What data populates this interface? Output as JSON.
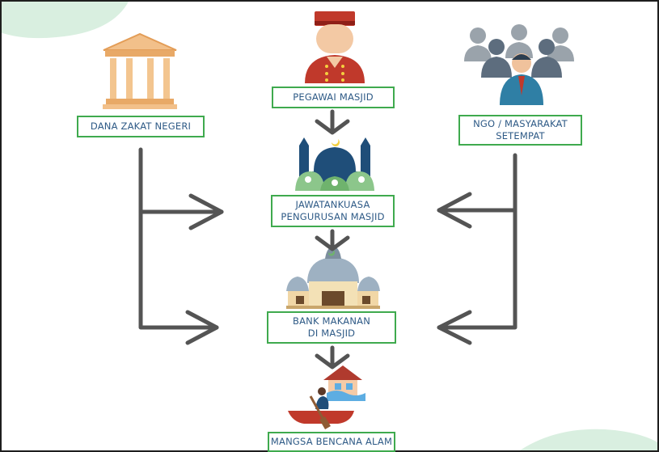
{
  "nodes": {
    "dana_zakat": {
      "label": "DANA ZAKAT NEGERI",
      "icon": "government-building-icon"
    },
    "pegawai": {
      "label": "PEGAWAI MASJID",
      "icon": "mosque-officer-icon"
    },
    "ngo": {
      "line1": "NGO / MASYARAKAT",
      "line2": "SETEMPAT",
      "icon": "community-group-icon"
    },
    "jawatankuasa": {
      "line1": "JAWATANKUASA",
      "line2": "PENGURUSAN MASJID",
      "icon": "mosque-committee-icon"
    },
    "bank": {
      "line1": "BANK MAKANAN",
      "line2": "DI MASJID",
      "icon": "mosque-building-icon"
    },
    "mangsa": {
      "label": "MANGSA BENCANA ALAM",
      "icon": "flood-victim-icon"
    }
  },
  "edges": [
    {
      "from": "pegawai",
      "to": "jawatankuasa"
    },
    {
      "from": "jawatankuasa",
      "to": "bank"
    },
    {
      "from": "bank",
      "to": "mangsa"
    },
    {
      "from": "dana_zakat",
      "to": "jawatankuasa"
    },
    {
      "from": "dana_zakat",
      "to": "bank"
    },
    {
      "from": "ngo",
      "to": "jawatankuasa"
    },
    {
      "from": "ngo",
      "to": "bank"
    }
  ],
  "colors": {
    "box_border": "#3faa4e",
    "box_text": "#2e5a86",
    "arrow": "#545454",
    "corner_blob": "#d9efe0"
  }
}
